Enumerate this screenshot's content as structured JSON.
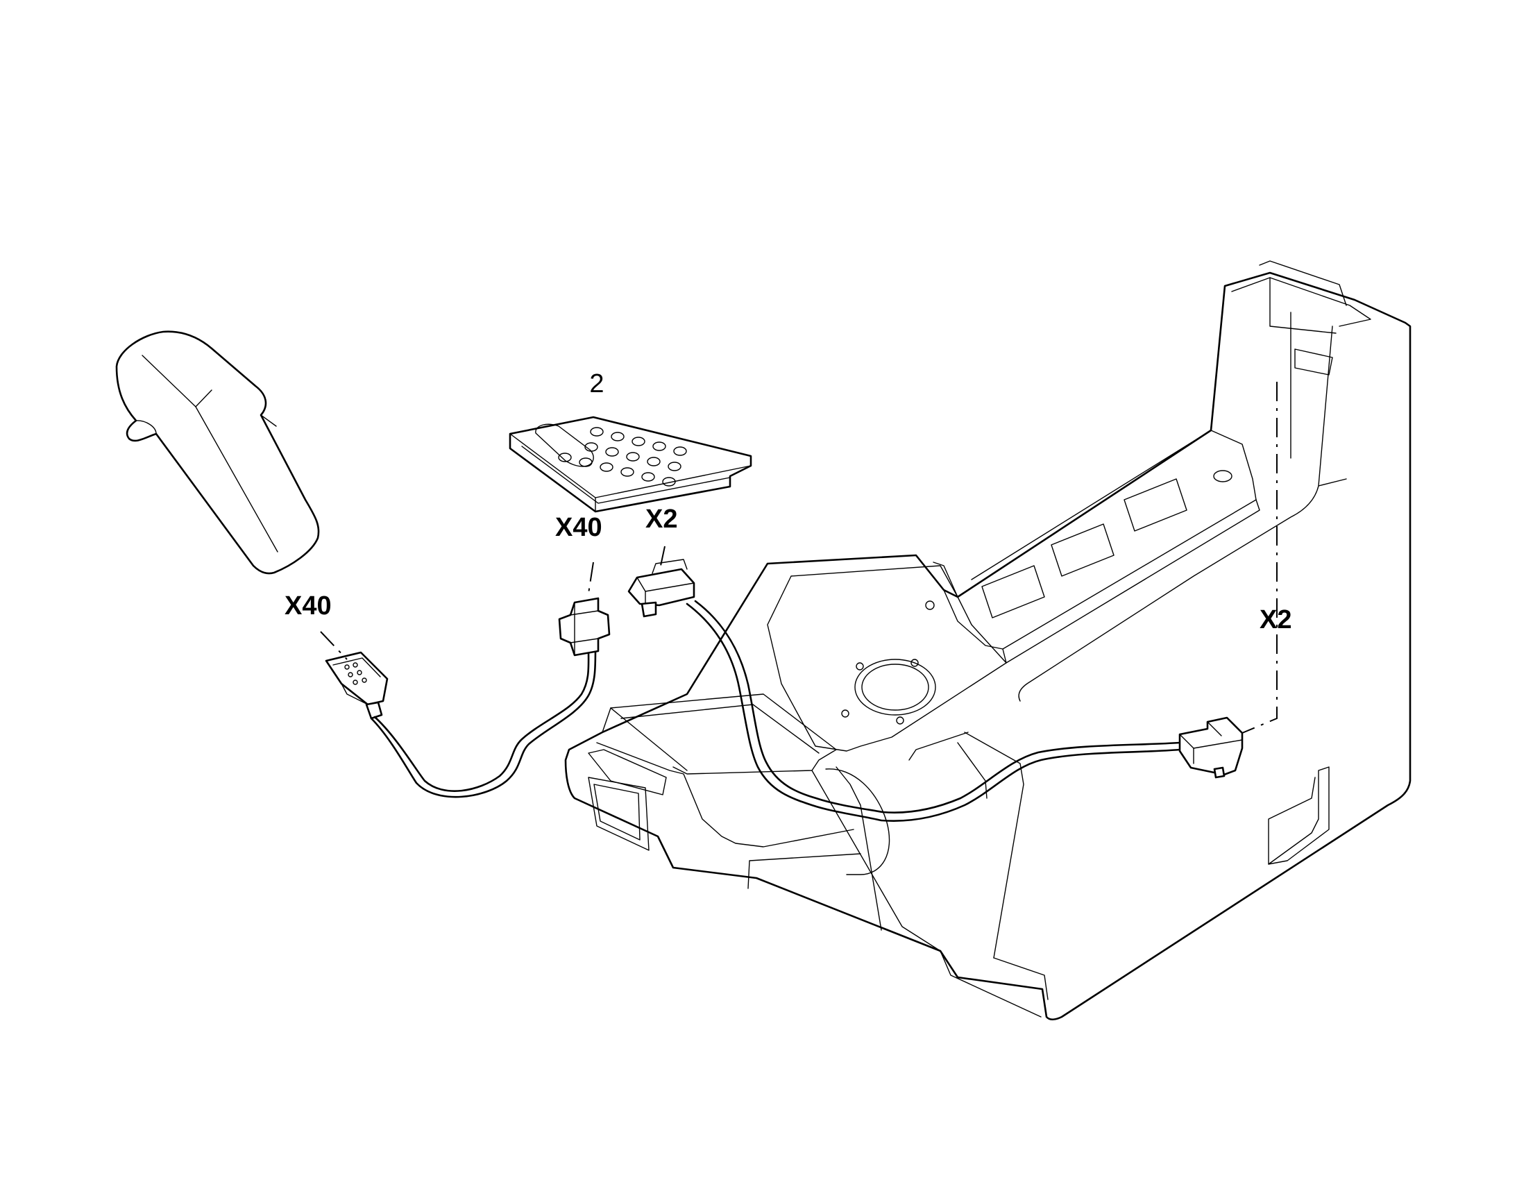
{
  "diagram": {
    "part_number": "2",
    "labels": {
      "armrest_connector": "X40",
      "keypad_connector_left": "X40",
      "keypad_connector_right": "X2",
      "console_connector": "X2"
    }
  }
}
